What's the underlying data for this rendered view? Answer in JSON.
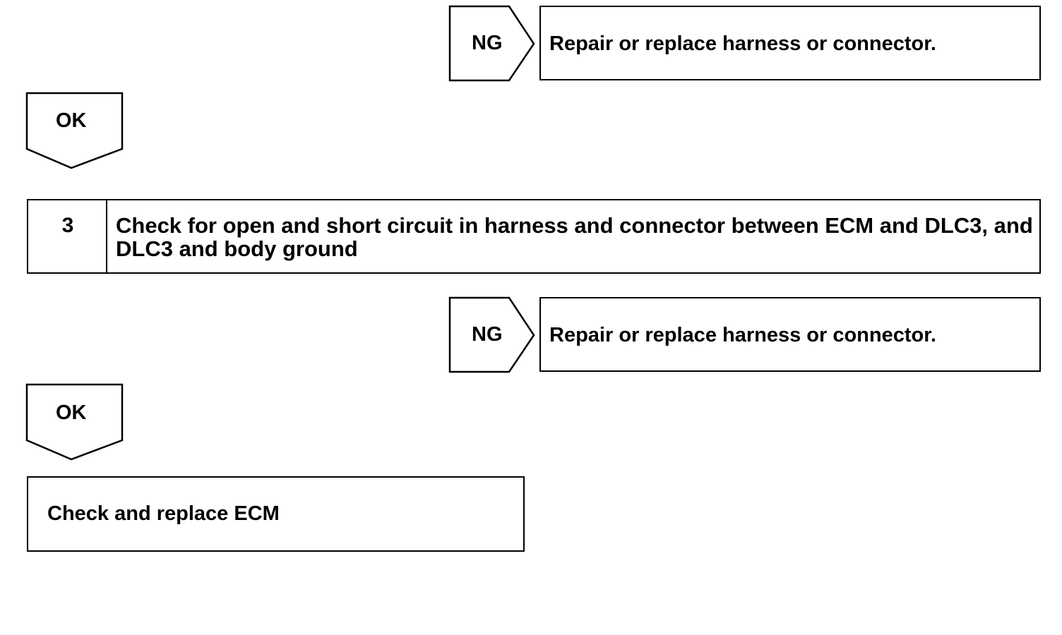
{
  "flow": {
    "branch1": {
      "ng_label": "NG",
      "ng_result": "Repair or replace harness or connector.",
      "ok_label": "OK"
    },
    "step3": {
      "number": "3",
      "title": "Check for open and short circuit in harness and connector between ECM and DLC3, and DLC3 and body ground"
    },
    "branch2": {
      "ng_label": "NG",
      "ng_result": "Repair or replace harness or connector.",
      "ok_label": "OK"
    },
    "final": {
      "text": "Check and replace ECM"
    }
  }
}
